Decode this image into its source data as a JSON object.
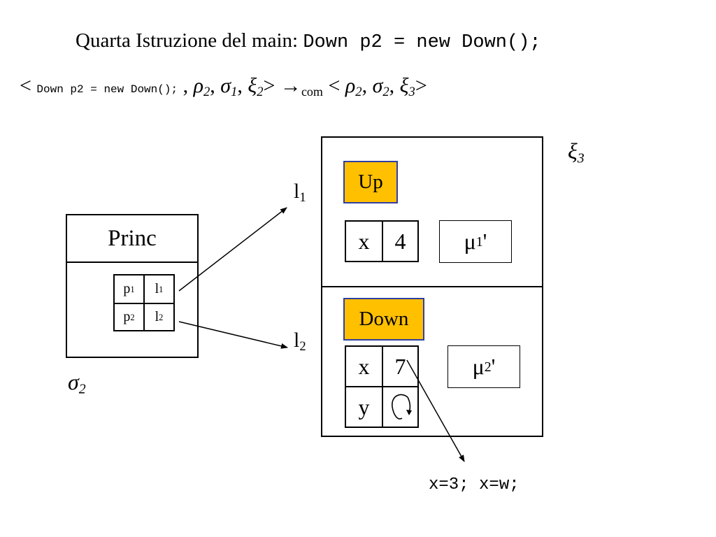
{
  "title": {
    "prefix": "Quarta Istruzione del main:",
    "code": "Down p2 = new Down();"
  },
  "transition": {
    "lt": "<",
    "code": "Down p2 = new Down();",
    "comma0": ", ",
    "rho": "ρ",
    "rho_sub": "2",
    "sigma": "σ",
    "sigma_sub": "1",
    "xi": "ξ",
    "xi_sub": "2",
    "gt_arrow": "> →",
    "com": "com",
    "lt2": " < ",
    "rho2": "ρ",
    "rho2_sub": "2",
    "sigma2": "σ",
    "sigma2_sub": "2",
    "xi3": "ξ",
    "xi3_sub": "3",
    "gt2": ">"
  },
  "stack": {
    "header": "Princ",
    "rows": [
      {
        "name": "p",
        "name_sub": "1",
        "loc": "l",
        "loc_sub": "1"
      },
      {
        "name": "p",
        "name_sub": "2",
        "loc": "l",
        "loc_sub": "2"
      }
    ],
    "label": "σ",
    "label_sub": "2"
  },
  "heap": {
    "label": "ξ",
    "label_sub": "3",
    "l1": {
      "name": "l",
      "sub": "1"
    },
    "l2": {
      "name": "l",
      "sub": "2"
    },
    "up": {
      "class": "Up",
      "field": "x",
      "value": "4",
      "mu": "μ",
      "mu_sub": "1",
      "mu_prime": "'"
    },
    "down": {
      "class": "Down",
      "field1": "x",
      "value1": "7",
      "field2": "y",
      "mu": "μ",
      "mu_sub": "2",
      "mu_prime": "'"
    },
    "code_note": "x=3; x=w;"
  }
}
